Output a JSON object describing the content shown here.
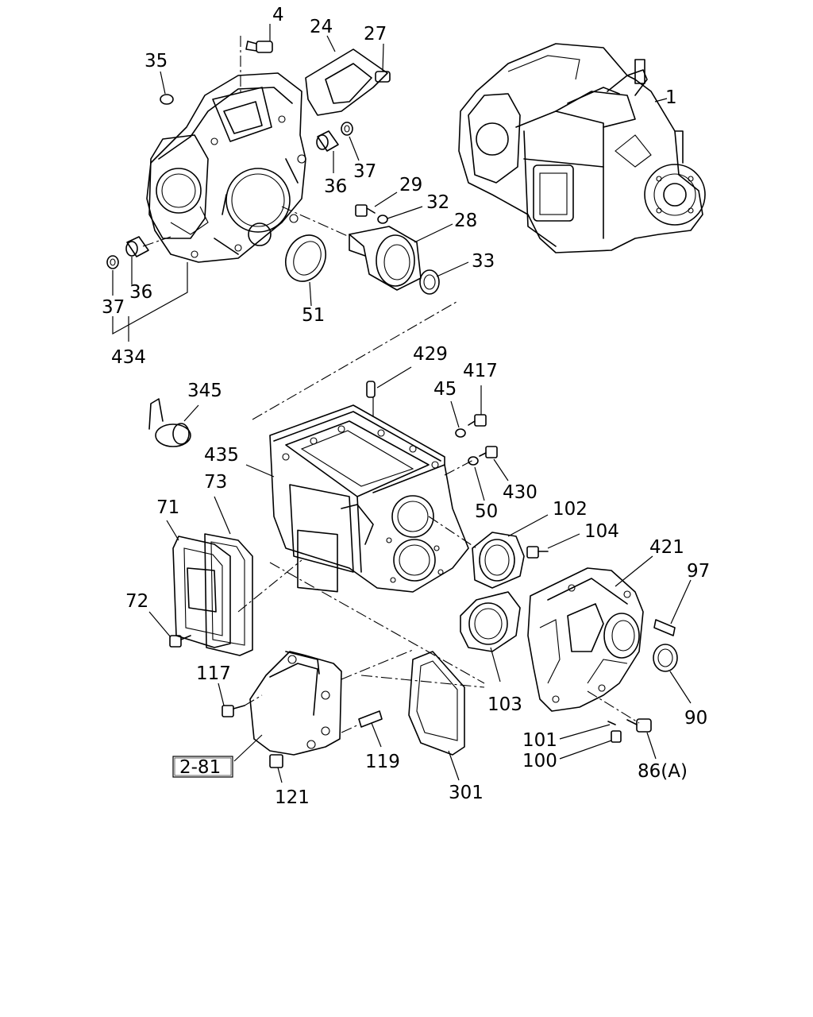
{
  "labels": {
    "p1": "1",
    "p4": "4",
    "p24": "24",
    "p27": "27",
    "p35": "35",
    "p36a": "36",
    "p37a": "37",
    "p29": "29",
    "p32": "32",
    "p28": "28",
    "p33": "33",
    "p36b": "36",
    "p37b": "37",
    "p51": "51",
    "p434": "434",
    "p429": "429",
    "p417": "417",
    "p45": "45",
    "p345": "345",
    "p435": "435",
    "p430": "430",
    "p50": "50",
    "p73": "73",
    "p71": "71",
    "p102": "102",
    "p104": "104",
    "p421": "421",
    "p97": "97",
    "p72": "72",
    "p90": "90",
    "p103": "103",
    "p117": "117",
    "p101": "101",
    "p100": "100",
    "p86a": "86(A)",
    "p119": "119",
    "p301": "301",
    "p121": "121",
    "ref281": "2-81"
  }
}
